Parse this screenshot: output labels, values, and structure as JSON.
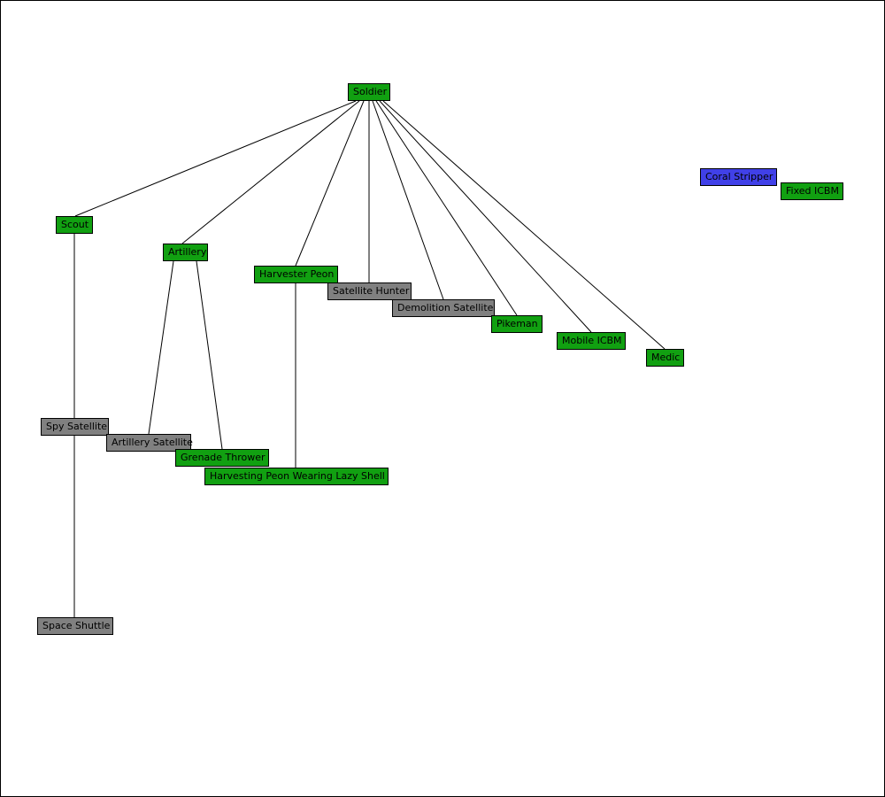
{
  "colors": {
    "available": "#11a011",
    "locked": "#808080",
    "selected": "#4040e8",
    "edge": "#000000"
  },
  "nodes": [
    {
      "id": "soldier",
      "label": "Soldier",
      "status": "available"
    },
    {
      "id": "scout",
      "label": "Scout",
      "status": "available"
    },
    {
      "id": "artillery",
      "label": "Artillery",
      "status": "available"
    },
    {
      "id": "harvester-peon",
      "label": "Harvester Peon",
      "status": "available"
    },
    {
      "id": "satellite-hunter",
      "label": "Satellite Hunter",
      "status": "locked"
    },
    {
      "id": "demolition-satellite",
      "label": "Demolition Satellite",
      "status": "locked"
    },
    {
      "id": "pikeman",
      "label": "Pikeman",
      "status": "available"
    },
    {
      "id": "mobile-icbm",
      "label": "Mobile ICBM",
      "status": "available"
    },
    {
      "id": "medic",
      "label": "Medic",
      "status": "available"
    },
    {
      "id": "coral-stripper",
      "label": "Coral Stripper",
      "status": "selected"
    },
    {
      "id": "fixed-icbm",
      "label": "Fixed ICBM",
      "status": "available"
    },
    {
      "id": "spy-satellite",
      "label": "Spy Satellite",
      "status": "locked"
    },
    {
      "id": "artillery-satellite",
      "label": "Artillery Satellite",
      "status": "locked"
    },
    {
      "id": "grenade-thrower",
      "label": "Grenade Thrower",
      "status": "available"
    },
    {
      "id": "harvesting-peon-lazy-shell",
      "label": "Harvesting Peon Wearing Lazy Shell",
      "status": "available"
    },
    {
      "id": "space-shuttle",
      "label": "Space Shuttle",
      "status": "locked"
    }
  ],
  "edges": [
    [
      "soldier",
      "scout"
    ],
    [
      "soldier",
      "artillery"
    ],
    [
      "soldier",
      "harvester-peon"
    ],
    [
      "soldier",
      "satellite-hunter"
    ],
    [
      "soldier",
      "demolition-satellite"
    ],
    [
      "soldier",
      "pikeman"
    ],
    [
      "soldier",
      "mobile-icbm"
    ],
    [
      "soldier",
      "medic"
    ],
    [
      "scout",
      "spy-satellite"
    ],
    [
      "scout",
      "space-shuttle"
    ],
    [
      "artillery",
      "artillery-satellite"
    ],
    [
      "artillery",
      "grenade-thrower"
    ],
    [
      "harvester-peon",
      "harvesting-peon-lazy-shell"
    ]
  ]
}
